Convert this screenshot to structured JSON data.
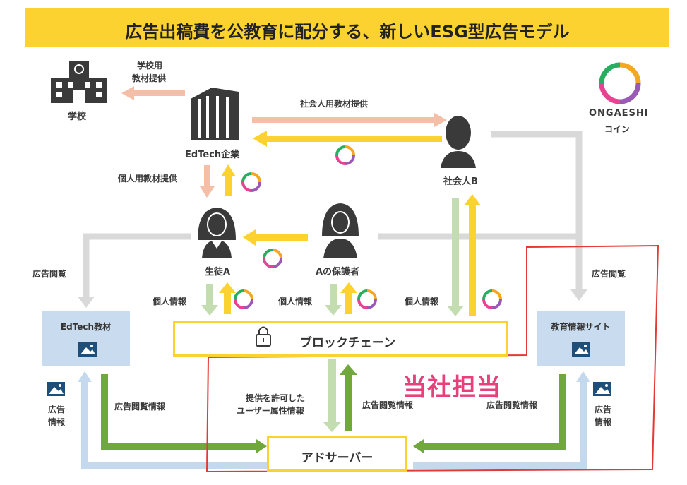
{
  "title": "広告出稿費を公教育に配分する、新しいESG型広告モデル",
  "actors": {
    "school": "学校",
    "edtech_company": "EdTech企業",
    "adult_b": "社会人B",
    "student_a": "生徒A",
    "guardian_a": "Aの保護者"
  },
  "coin": {
    "line1": "ONGAESHI",
    "line2": "コイン"
  },
  "boxes": {
    "edtech_material": "EdTech教材",
    "blockchain": "ブロックチェーン",
    "education_site": "教育情報サイト",
    "ad_server": "アドサーバー"
  },
  "highlight_label": "当社担当",
  "flow_labels": {
    "school_material_1": "学校用",
    "school_material_2": "教材提供",
    "adult_material": "社会人用教材提供",
    "personal_material": "個人用教材提供",
    "ad_view_left": "広告閲覧",
    "ad_view_right": "広告閲覧",
    "personal_info_student": "個人情報",
    "personal_info_guardian": "個人情報",
    "personal_info_adult": "個人情報",
    "permitted_1": "提供を許可した",
    "permitted_2": "ユーザー属性情報",
    "ad_view_info_left": "広告閲覧情報",
    "ad_view_info_center": "広告閲覧情報",
    "ad_view_info_right": "広告閲覧情報",
    "ad_info_left_1": "広告",
    "ad_info_left_2": "情報",
    "ad_info_right_1": "広告",
    "ad_info_right_2": "情報"
  },
  "colors": {
    "banner": "#FBD230",
    "yellow_arrow": "#FBD230",
    "salmon_arrow": "#F4BFA6",
    "light_green_arrow": "#C4DDB0",
    "dark_green_arrow": "#70A83C",
    "light_blue_arrow": "#C5D9EE",
    "gray_line": "#D9D9D9",
    "blue_box": "#C9DCEF",
    "highlight_border": "#E53935",
    "highlight_text": "#E8407A",
    "icon_dark": "#3A3A3A"
  }
}
